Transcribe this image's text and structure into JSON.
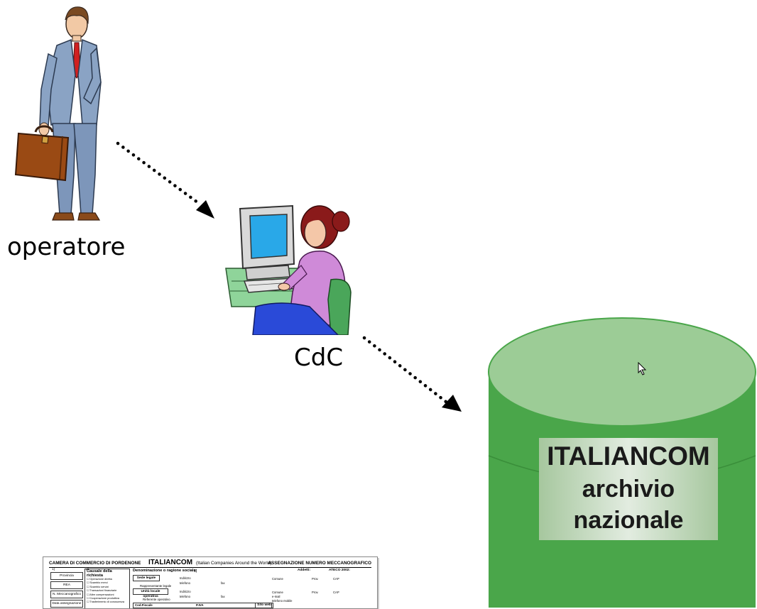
{
  "labels": {
    "operatore": "operatore",
    "cdc": "CdC"
  },
  "database": {
    "title": "ITALIANCOM",
    "line2": "archivio",
    "line3": "nazionale"
  },
  "colors": {
    "db_body": "#4aa64a",
    "db_top": "#9ccc96",
    "arrow": "#000000"
  },
  "icons": [
    "businessman-icon",
    "briefcase-icon",
    "computer-operator-icon",
    "database-cylinder-icon",
    "mouse-cursor-icon"
  ],
  "form": {
    "header_left": "CAMERA DI COMMERCIO DI PORDENONE",
    "header_title": "ITALIANCOM",
    "header_sub": "(Italian Companies Around the World)",
    "header_right": "ASSEGNAZIONE NUMERO MECCANOGRAFICO",
    "num1": "1)",
    "num2": "2)",
    "left_boxes": [
      "Provincia",
      "REA",
      "N. Meccanografico",
      "Data assegnazione"
    ],
    "causale_title": "Causale della richiesta",
    "causale_items": [
      "Operazione diretta",
      "Scambio merci",
      "Scambio servizi",
      "Transazioni finanziarie",
      "Altre compensazioni",
      "Cooperazione produttiva",
      "Trasferimento di conoscenza"
    ],
    "denominazione": "Denominazione o ragione sociale:",
    "num3": "3)",
    "addetti": "Addetti:",
    "ateco": "ATECO 2002:",
    "sede_legale": "Sede legale",
    "rappresentante": "Rappresentante legale",
    "unita_locale": "Unità locale operativa",
    "referente": "Referente operativo",
    "indirizzo": "Indirizzo",
    "telefono": "telefono",
    "fax": "fax",
    "comune": "Comune",
    "prov": "Prov.",
    "cap": "CAP",
    "email": "e-mail",
    "telefono_mobile": "telefono mobile",
    "cod_fiscale": "Cod.Fiscale",
    "piva": "P.IVA",
    "sito_web": "Sito web"
  }
}
